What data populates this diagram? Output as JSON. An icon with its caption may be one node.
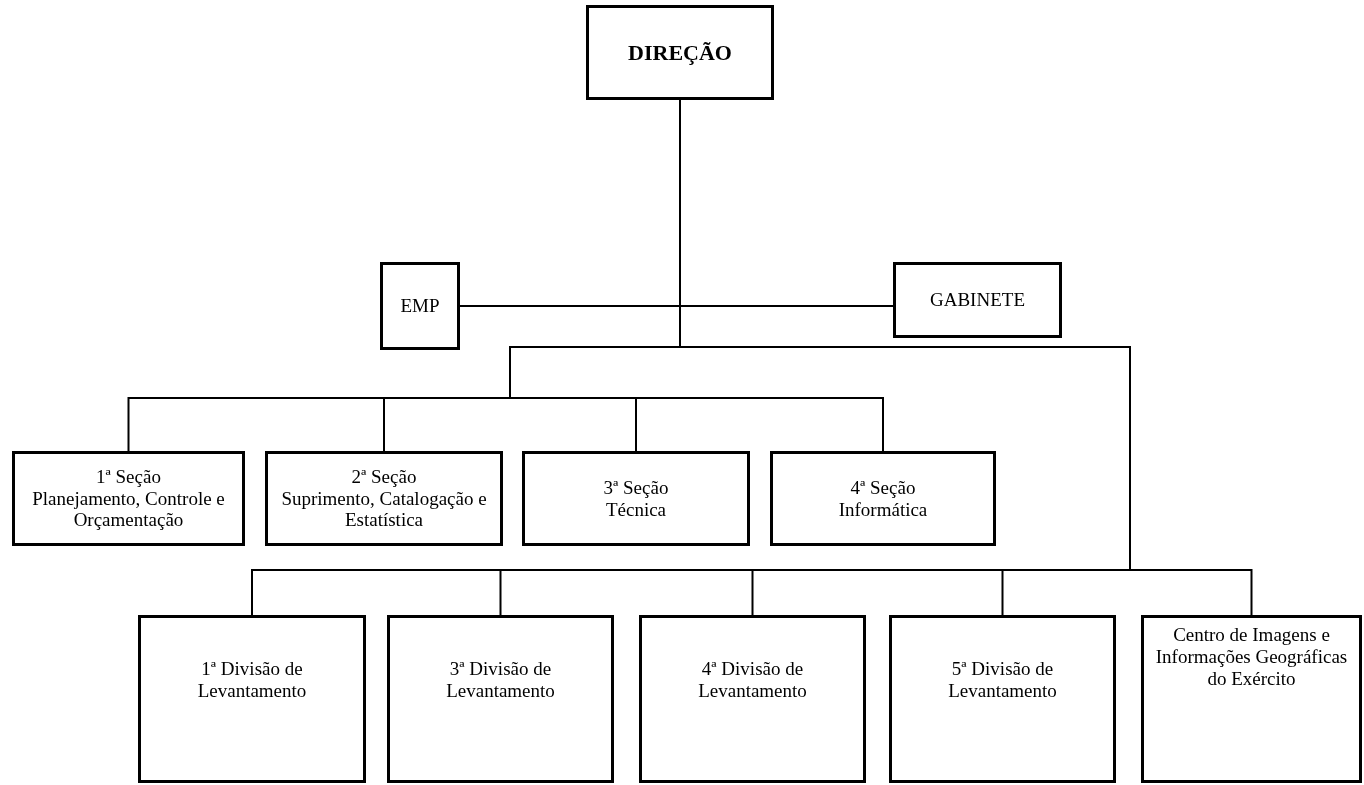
{
  "diagram": {
    "nodes": [
      {
        "text": [
          "DIREÇÃO"
        ]
      },
      {
        "text": [
          "EMP"
        ]
      },
      {
        "text": [
          "GABINETE"
        ]
      },
      {
        "text": [
          "1ª Seção",
          "Planejamento, Controle e Orçamentação"
        ]
      },
      {
        "text": [
          "2ª Seção",
          "Suprimento, Catalogação e Estatística"
        ]
      },
      {
        "text": [
          "3ª Seção",
          "Técnica"
        ]
      },
      {
        "text": [
          "4ª Seção",
          "Informática"
        ]
      },
      {
        "text": [
          "1ª Divisão de Levantamento"
        ]
      },
      {
        "text": [
          "3ª Divisão de Levantamento"
        ]
      },
      {
        "text": [
          "4ª Divisão de Levantamento"
        ]
      },
      {
        "text": [
          "5ª Divisão de Levantamento"
        ]
      },
      {
        "text": [
          "Centro de Imagens e Informações Geográficas do Exército"
        ]
      }
    ],
    "edges": [
      {
        "from": 0,
        "to": 1,
        "arrow": "none"
      },
      {
        "from": 0,
        "to": 2,
        "arrow": "none"
      },
      {
        "from": 0,
        "to": 3,
        "arrow": "none"
      },
      {
        "from": 0,
        "to": 4,
        "arrow": "none"
      },
      {
        "from": 0,
        "to": 5,
        "arrow": "none"
      },
      {
        "from": 0,
        "to": 6,
        "arrow": "none"
      },
      {
        "from": 0,
        "to": 7,
        "arrow": "none"
      },
      {
        "from": 0,
        "to": 8,
        "arrow": "none"
      },
      {
        "from": 0,
        "to": 9,
        "arrow": "none"
      },
      {
        "from": 0,
        "to": 10,
        "arrow": "none"
      },
      {
        "from": 0,
        "to": 11,
        "arrow": "none"
      }
    ]
  }
}
